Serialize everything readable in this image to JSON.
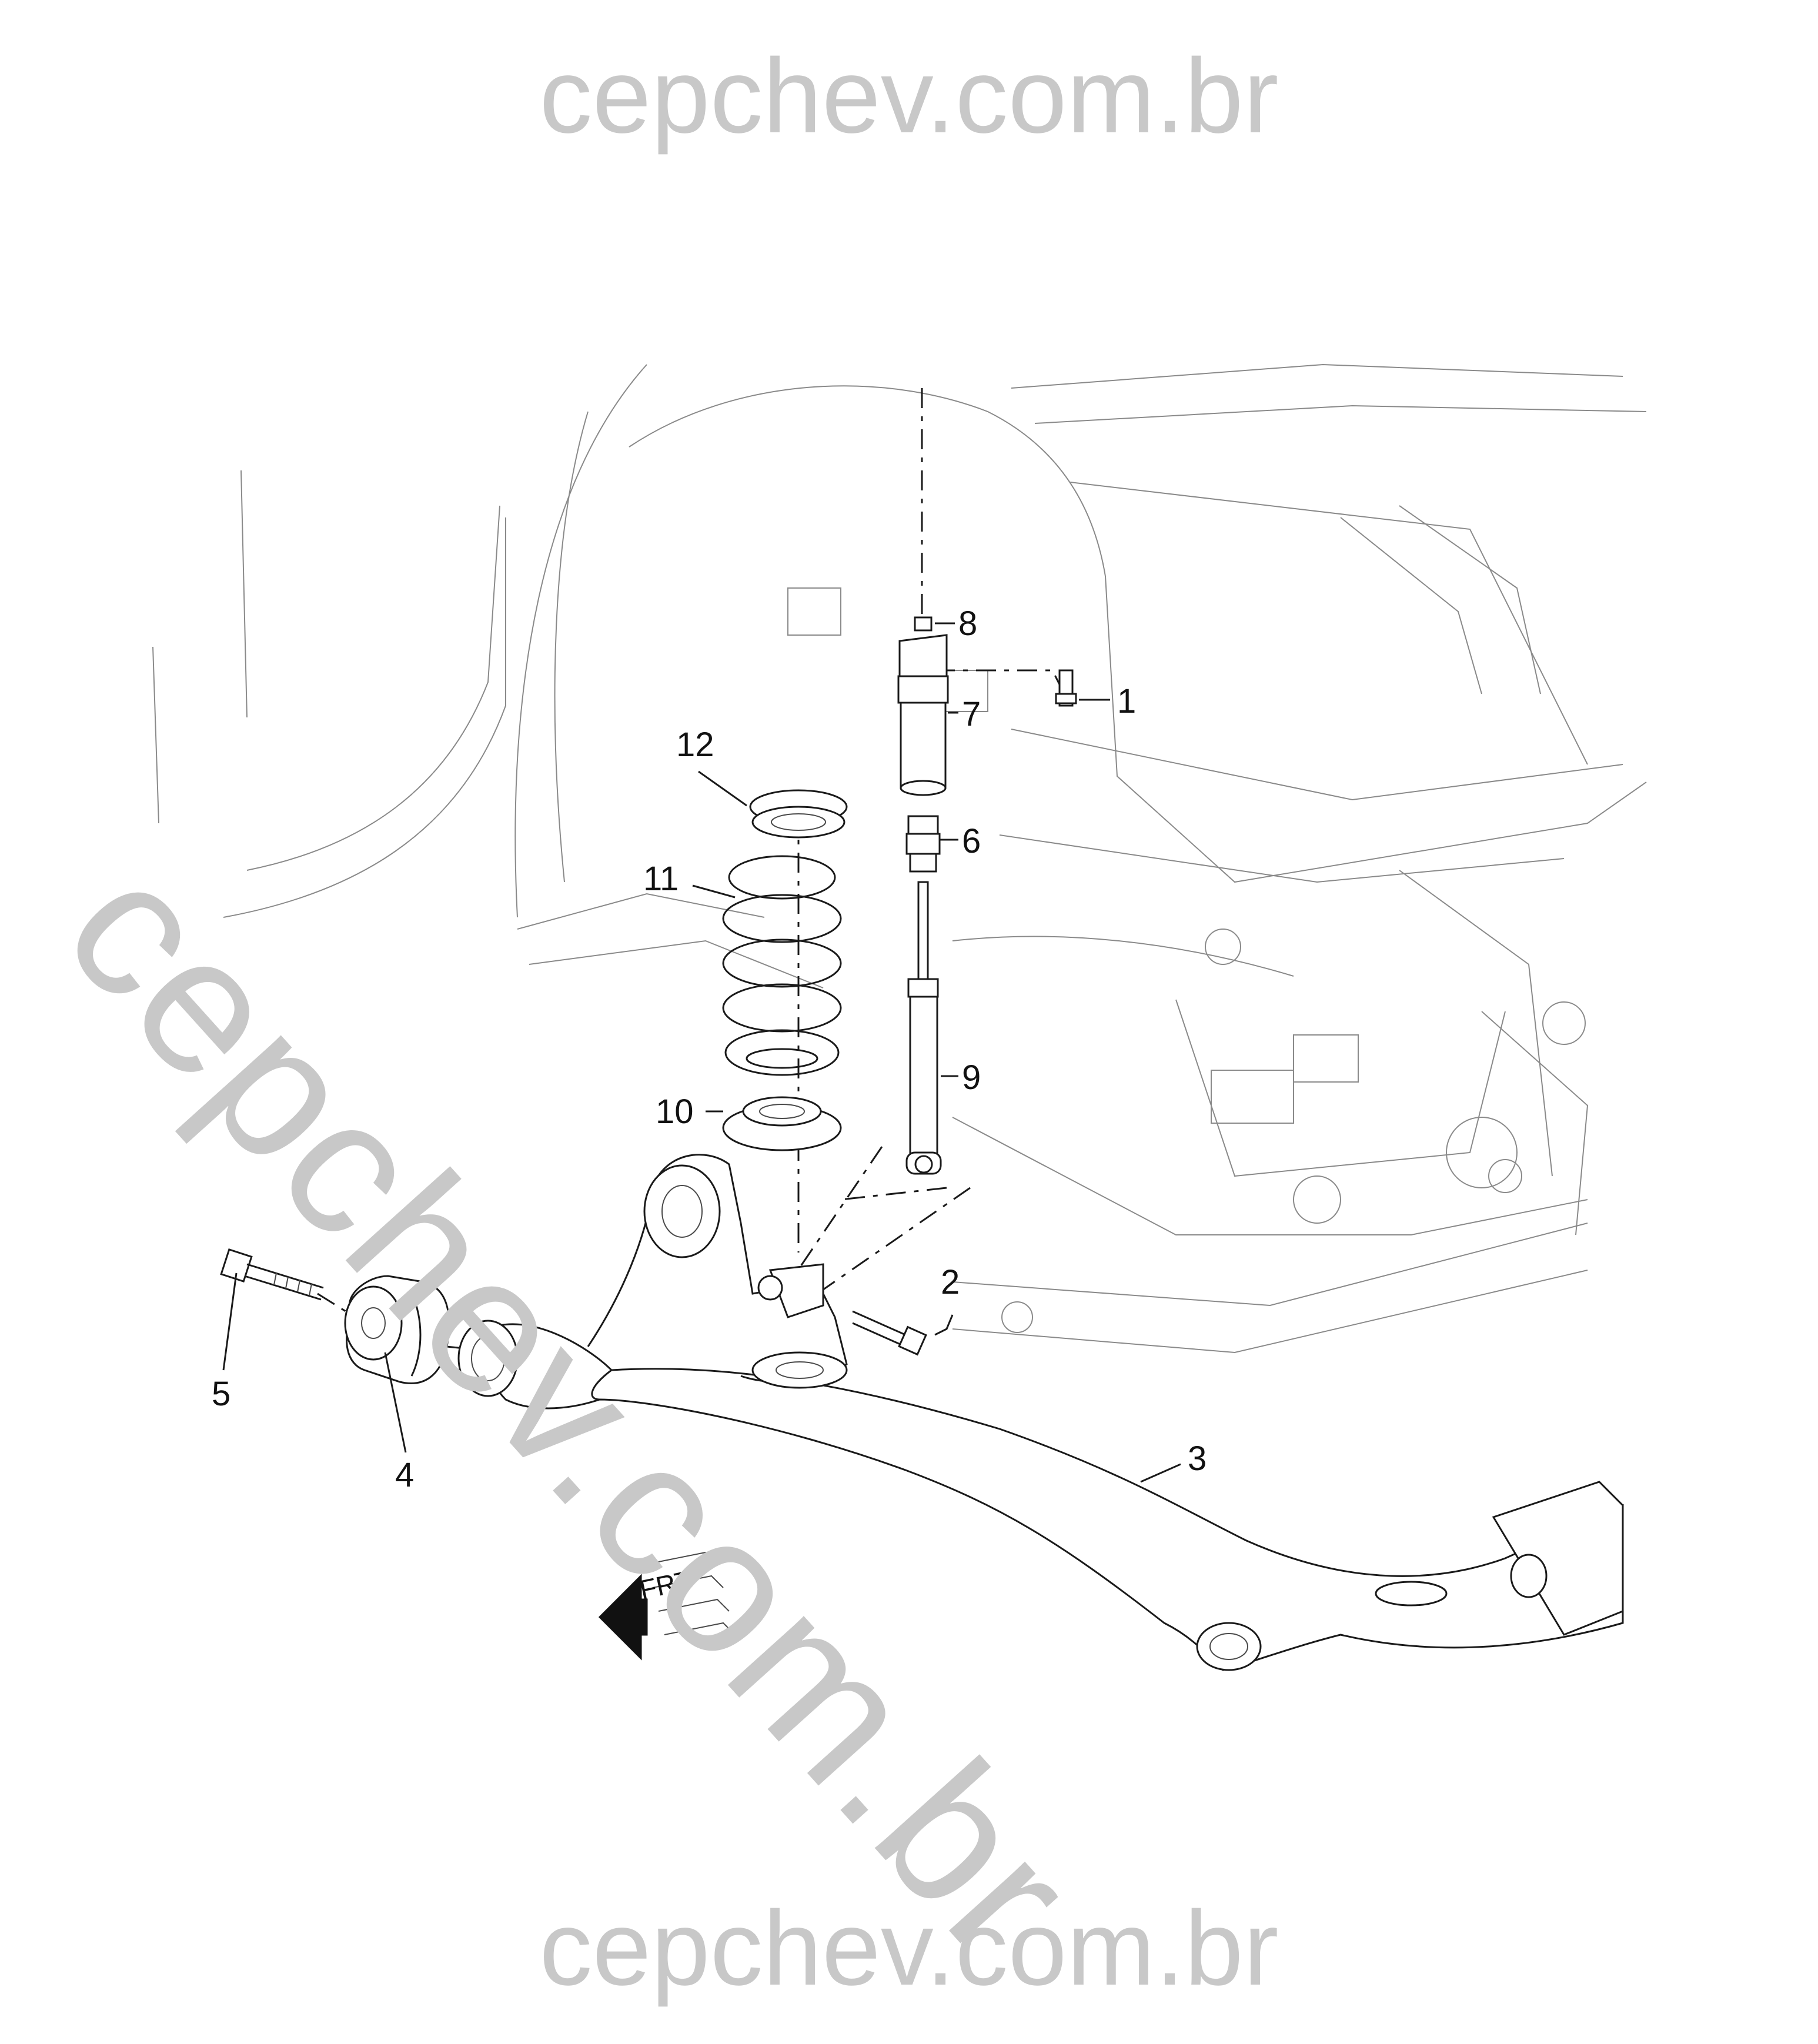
{
  "watermark": {
    "top": "cepchev.com.br",
    "diagonal": "cepchev.com.br",
    "bottom": "cepchev.com.br"
  },
  "callouts": [
    "1",
    "2",
    "3",
    "4",
    "5",
    "6",
    "7",
    "8",
    "9",
    "10",
    "11",
    "12"
  ],
  "front_indicator": "FRT",
  "colors": {
    "watermark": "#c8c8c8",
    "line": "#1a1a1a",
    "background_line": "#8a8a8a"
  }
}
